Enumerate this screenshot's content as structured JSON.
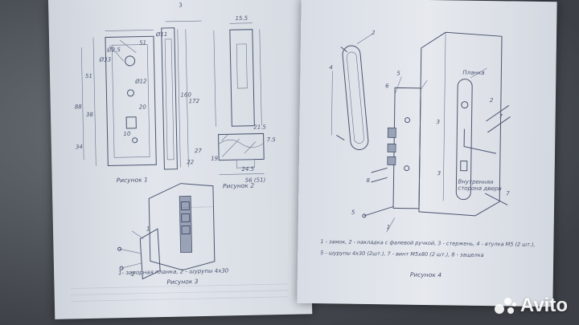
{
  "left_sheet": {
    "page_number": "3",
    "figure1_caption": "Рисунок 1",
    "figure2_caption": "Рисунок 2",
    "figure3_caption": "Рисунок 3",
    "figure3_legend": "1- запорная планка, 2 - шурупы 4х30",
    "dims": {
      "d1": "Ø11",
      "d2": "Ø2.5",
      "d3": "Ø33",
      "d4": "Ø12",
      "d5": "51",
      "d6": "20",
      "d7": "51",
      "d8": "88",
      "d9": "38",
      "d10": "10",
      "d11": "34",
      "d12": "15.5",
      "d13": "160",
      "d14": "172",
      "d15": "22",
      "d16": "27",
      "d17": "7.5",
      "d18": "21.5",
      "d19": "24.5",
      "d20": "19",
      "d21": "56 (51)"
    },
    "callouts": {
      "c1": "1",
      "c2": "2"
    }
  },
  "right_sheet": {
    "figure4_caption": "Рисунок 4",
    "callouts": {
      "c1": "1",
      "c2": "2",
      "c3": "3",
      "c4": "4",
      "c5": "5",
      "c6": "6",
      "c7": "7",
      "c8": "8",
      "c2b": "2",
      "c7b": "7",
      "c3b": "3",
      "c5b": "5"
    },
    "label_side": "Планка",
    "label_inner": "Внутренняя сторона двери",
    "legend_lines": [
      "1 - замок, 2 - накладка с фалевой ручкой, 3 - стержень, 4 - втулка М5 (2 шт.),",
      "5 - шурупы 4х30 (2шт.),     7 - винт М5х80  (2 шт.), 8 - защелка"
    ]
  },
  "watermark": {
    "brand": "Avito"
  }
}
